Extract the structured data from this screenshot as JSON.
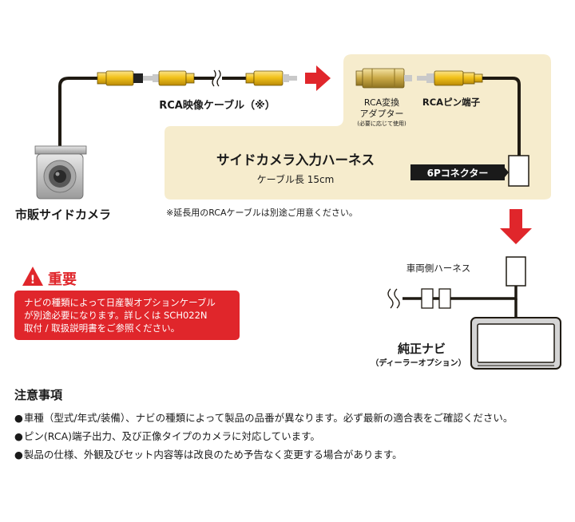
{
  "harness": {
    "title": "サイドカメラ入力ハーネス",
    "cable_length": "ケーブル長 15cm"
  },
  "labels": {
    "rca_video_cable": "RCA映像ケーブル（※）",
    "rca_adapter_line1": "RCA変換",
    "rca_adapter_line2": "アダプター",
    "rca_adapter_note": "(必要に応じて使用)",
    "rca_pin_terminal": "RCAピン端子",
    "connector_6p": "6Pコネクター",
    "camera": "市販サイドカメラ",
    "vehicle_harness": "車両側ハーネス",
    "navi": "純正ナビ",
    "navi_sub": "（ディーラーオプション）"
  },
  "footnote": "※延長用のRCAケーブルは別途ご用意ください。",
  "important": {
    "heading": "重要",
    "lines": [
      "ナビの種類によって日産製オプションケーブル",
      "が別途必要になります。詳しくは SCH022N",
      "取付 / 取扱説明書をご参照ください。"
    ]
  },
  "notes": {
    "title": "注意事項",
    "bullet": "●",
    "items": [
      "車種（型式/年式/装備）、ナビの種類によって製品の品番が異なります。必ず最新の適合表をご確認ください。",
      "ピン(RCA)端子出力、及び正像タイプのカメラに対応しています。",
      "製品の仕様、外観及びセット内容等は改良のため予告なく変更する場合があります。"
    ]
  },
  "colors": {
    "harness_bg": "#f6eccd",
    "accent_red": "#e0262b",
    "rca_yellow": "#f2c21a",
    "cable_dark": "#1f1a12"
  },
  "icons": {
    "warning": "warning-triangle-icon",
    "arrow_right": "arrow-right-icon",
    "arrow_down": "arrow-down-icon"
  }
}
